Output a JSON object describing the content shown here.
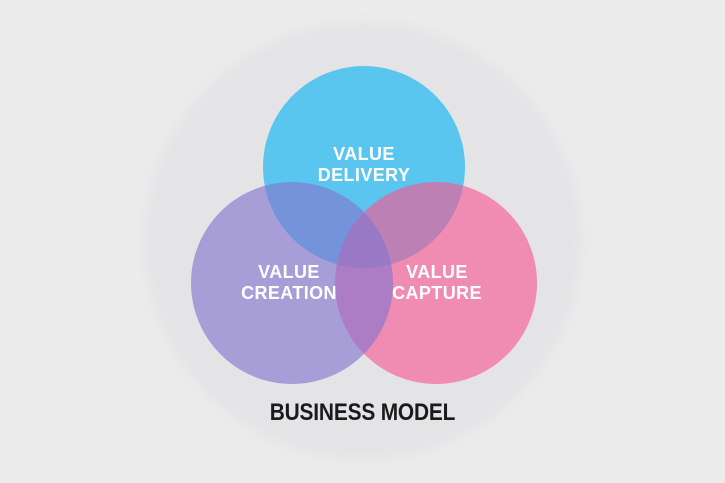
{
  "background": {
    "outer_color": "#ECECEC",
    "halo_color": "#E4E4E6"
  },
  "diagram": {
    "type": "venn",
    "title": "BUSINESS MODEL",
    "title_color": "#1A1A1A",
    "label_color": "#FFFFFF",
    "circles": [
      {
        "name": "value-delivery",
        "label": "VALUE\nDELIVERY",
        "position": "top",
        "fill": "rgba(9, 179, 242, 0.63)",
        "appearance_hex": "#5BC6EE"
      },
      {
        "name": "value-creation",
        "label": "VALUE\nCREATION",
        "position": "bottom-left",
        "fill": "rgba(131, 117, 207, 0.63)",
        "appearance_hex": "#A89FD8"
      },
      {
        "name": "value-capture",
        "label": "VALUE\nCAPTURE",
        "position": "bottom-right",
        "fill": "rgba(247, 87, 148, 0.63)",
        "appearance_hex": "#F18CB3"
      }
    ]
  }
}
